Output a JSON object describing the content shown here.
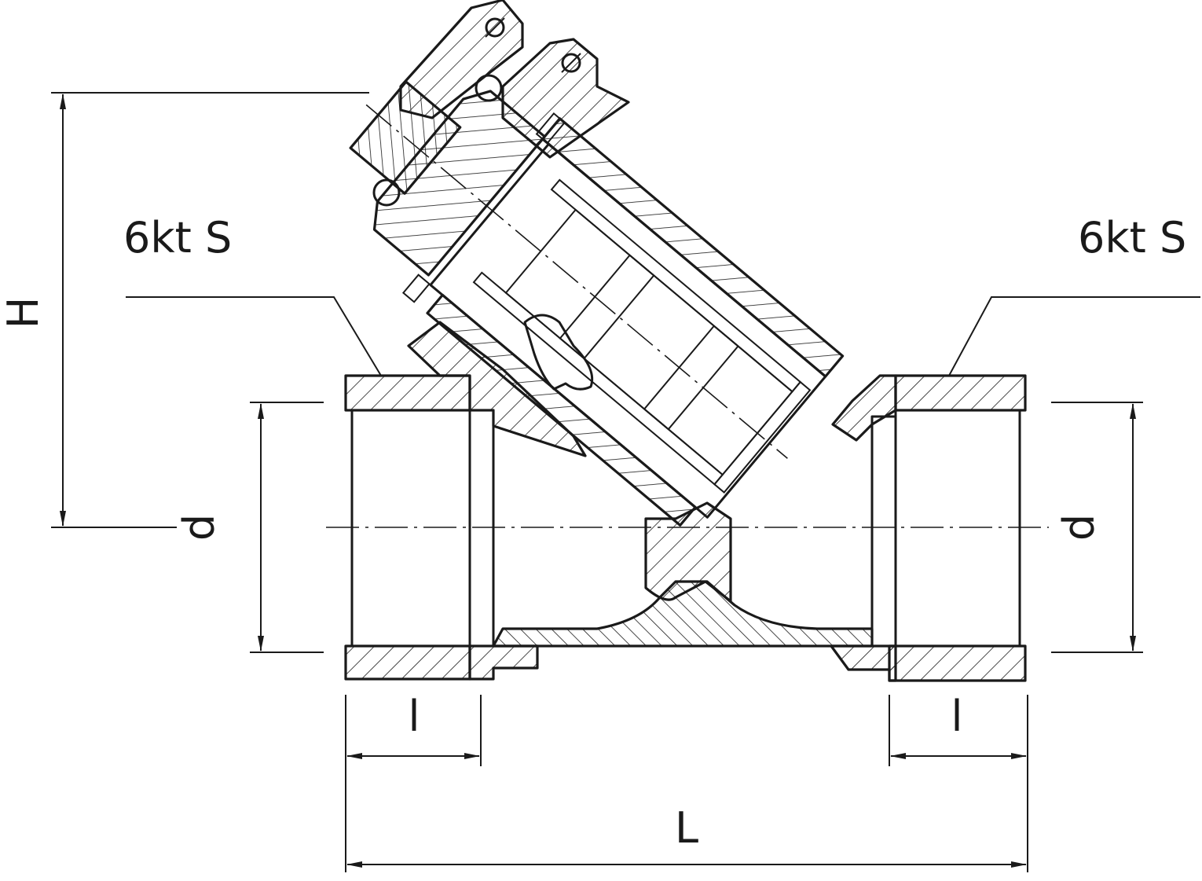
{
  "labels": {
    "hex_left": "6kt S",
    "hex_right": "6kt S",
    "height": "H",
    "diameter_left": "d",
    "diameter_right": "d",
    "thread_left": "l",
    "thread_right": "l",
    "length": "L"
  },
  "colors": {
    "line": "#1a1a1a",
    "background": "#ffffff"
  }
}
